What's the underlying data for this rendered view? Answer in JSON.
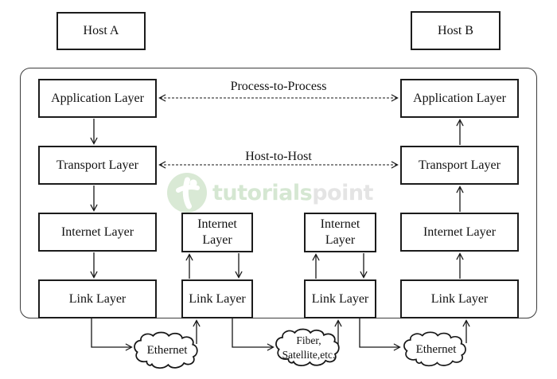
{
  "hosts": {
    "a": "Host A",
    "b": "Host B"
  },
  "connections": {
    "process_to_process": "Process-to-Process",
    "host_to_host": "Host-to-Host"
  },
  "stacks": {
    "host_a": {
      "application": "Application Layer",
      "transport": "Transport Layer",
      "internet": "Internet Layer",
      "link": "Link Layer"
    },
    "router_left": {
      "internet": "Internet Layer",
      "link": "Link Layer"
    },
    "router_right": {
      "internet": "Internet Layer",
      "link": "Link Layer"
    },
    "host_b": {
      "application": "Application Layer",
      "transport": "Transport Layer",
      "internet": "Internet Layer",
      "link": "Link Layer"
    }
  },
  "clouds": {
    "left": {
      "label": "Ethernet"
    },
    "middle": {
      "line1": "Fiber,",
      "line2": "Satellite,etc."
    },
    "right": {
      "label": "Ethernet"
    }
  },
  "watermark": {
    "brand_green": "tutorials",
    "brand_gray": "point"
  },
  "colors": {
    "line": "#161616",
    "box_border": "#1c1c1c",
    "container_border": "#3d3d3d",
    "watermark_circle": "#d9e9d5",
    "watermark_green": "#d5e7d2",
    "watermark_gray": "#e4e4e4"
  }
}
